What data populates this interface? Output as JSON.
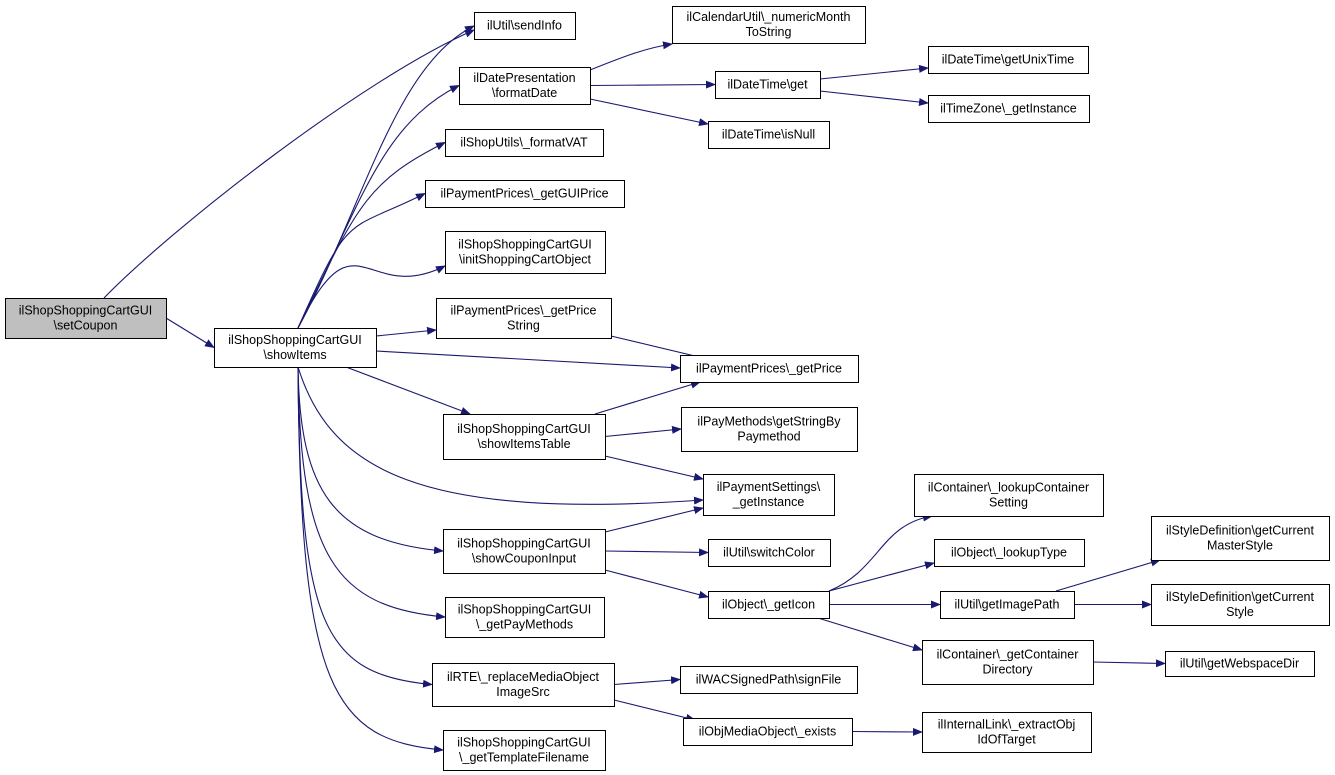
{
  "colors": {
    "edge": "#191970",
    "node_fill": "#ffffff",
    "root_fill": "#bfbfbf",
    "border": "#000000",
    "text": "#000000"
  },
  "nodes": [
    {
      "id": "setCoupon",
      "lines": [
        "ilShopShoppingCartGUI",
        "\\setCoupon"
      ],
      "root": true
    },
    {
      "id": "showItems",
      "lines": [
        "ilShopShoppingCartGUI",
        "\\showItems"
      ]
    },
    {
      "id": "sendInfo",
      "lines": [
        "ilUtil\\sendInfo"
      ]
    },
    {
      "id": "formatDate",
      "lines": [
        "ilDatePresentation",
        "\\formatDate"
      ]
    },
    {
      "id": "formatVAT",
      "lines": [
        "ilShopUtils\\_formatVAT"
      ]
    },
    {
      "id": "getGUIPrice",
      "lines": [
        "ilPaymentPrices\\_getGUIPrice"
      ]
    },
    {
      "id": "initCart",
      "lines": [
        "ilShopShoppingCartGUI",
        "\\initShoppingCartObject"
      ]
    },
    {
      "id": "getPriceString",
      "lines": [
        "ilPaymentPrices\\_getPrice",
        "String"
      ]
    },
    {
      "id": "showItemsTable",
      "lines": [
        "ilShopShoppingCartGUI",
        "\\showItemsTable"
      ]
    },
    {
      "id": "showCouponInput",
      "lines": [
        "ilShopShoppingCartGUI",
        "\\showCouponInput"
      ]
    },
    {
      "id": "getPayMethods",
      "lines": [
        "ilShopShoppingCartGUI",
        "\\_getPayMethods"
      ]
    },
    {
      "id": "replaceMedia",
      "lines": [
        "ilRTE\\_replaceMediaObject",
        "ImageSrc"
      ]
    },
    {
      "id": "getTemplate",
      "lines": [
        "ilShopShoppingCartGUI",
        "\\_getTemplateFilename"
      ]
    },
    {
      "id": "numericMonth",
      "lines": [
        "ilCalendarUtil\\_numericMonth",
        "ToString"
      ]
    },
    {
      "id": "dtGet",
      "lines": [
        "ilDateTime\\get"
      ]
    },
    {
      "id": "dtIsNull",
      "lines": [
        "ilDateTime\\isNull"
      ]
    },
    {
      "id": "unixTime",
      "lines": [
        "ilDateTime\\getUnixTime"
      ]
    },
    {
      "id": "tzInstance",
      "lines": [
        "ilTimeZone\\_getInstance"
      ]
    },
    {
      "id": "getPrice",
      "lines": [
        "ilPaymentPrices\\_getPrice"
      ]
    },
    {
      "id": "payMethodStr",
      "lines": [
        "ilPayMethods\\getStringBy",
        "Paymethod"
      ]
    },
    {
      "id": "paySettings",
      "lines": [
        "ilPaymentSettings\\",
        "_getInstance"
      ]
    },
    {
      "id": "switchColor",
      "lines": [
        "ilUtil\\switchColor"
      ]
    },
    {
      "id": "getIcon",
      "lines": [
        "ilObject\\_getIcon"
      ]
    },
    {
      "id": "signFile",
      "lines": [
        "ilWACSignedPath\\signFile"
      ]
    },
    {
      "id": "mobExists",
      "lines": [
        "ilObjMediaObject\\_exists"
      ]
    },
    {
      "id": "lookupContSetting",
      "lines": [
        "ilContainer\\_lookupContainer",
        "Setting"
      ]
    },
    {
      "id": "lookupType",
      "lines": [
        "ilObject\\_lookupType"
      ]
    },
    {
      "id": "getImagePath",
      "lines": [
        "ilUtil\\getImagePath"
      ]
    },
    {
      "id": "contDir",
      "lines": [
        "ilContainer\\_getContainer",
        "Directory"
      ]
    },
    {
      "id": "extractObj",
      "lines": [
        "ilInternalLink\\_extractObj",
        "IdOfTarget"
      ]
    },
    {
      "id": "masterStyle",
      "lines": [
        "ilStyleDefinition\\getCurrent",
        "MasterStyle"
      ]
    },
    {
      "id": "currentStyle",
      "lines": [
        "ilStyleDefinition\\getCurrent",
        "Style"
      ]
    },
    {
      "id": "webspaceDir",
      "lines": [
        "ilUtil\\getWebspaceDir"
      ]
    }
  ],
  "edges": [
    [
      "setCoupon",
      "sendInfo"
    ],
    [
      "setCoupon",
      "showItems"
    ],
    [
      "showItems",
      "sendInfo"
    ],
    [
      "showItems",
      "formatDate"
    ],
    [
      "showItems",
      "formatVAT"
    ],
    [
      "showItems",
      "getGUIPrice"
    ],
    [
      "showItems",
      "initCart"
    ],
    [
      "showItems",
      "getPriceString"
    ],
    [
      "showItems",
      "getPrice"
    ],
    [
      "showItems",
      "showItemsTable"
    ],
    [
      "showItems",
      "paySettings"
    ],
    [
      "showItems",
      "showCouponInput"
    ],
    [
      "showItems",
      "getPayMethods"
    ],
    [
      "showItems",
      "replaceMedia"
    ],
    [
      "showItems",
      "getTemplate"
    ],
    [
      "formatDate",
      "numericMonth"
    ],
    [
      "formatDate",
      "dtGet"
    ],
    [
      "formatDate",
      "dtIsNull"
    ],
    [
      "dtGet",
      "unixTime"
    ],
    [
      "dtGet",
      "tzInstance"
    ],
    [
      "getPriceString",
      "getPrice"
    ],
    [
      "showItemsTable",
      "getPrice"
    ],
    [
      "showItemsTable",
      "payMethodStr"
    ],
    [
      "showItemsTable",
      "paySettings"
    ],
    [
      "showCouponInput",
      "paySettings"
    ],
    [
      "showCouponInput",
      "switchColor"
    ],
    [
      "showCouponInput",
      "getIcon"
    ],
    [
      "getIcon",
      "lookupContSetting"
    ],
    [
      "getIcon",
      "lookupType"
    ],
    [
      "getIcon",
      "getImagePath"
    ],
    [
      "getIcon",
      "contDir"
    ],
    [
      "getImagePath",
      "masterStyle"
    ],
    [
      "getImagePath",
      "currentStyle"
    ],
    [
      "contDir",
      "webspaceDir"
    ],
    [
      "replaceMedia",
      "signFile"
    ],
    [
      "replaceMedia",
      "mobExists"
    ],
    [
      "mobExists",
      "extractObj"
    ]
  ]
}
